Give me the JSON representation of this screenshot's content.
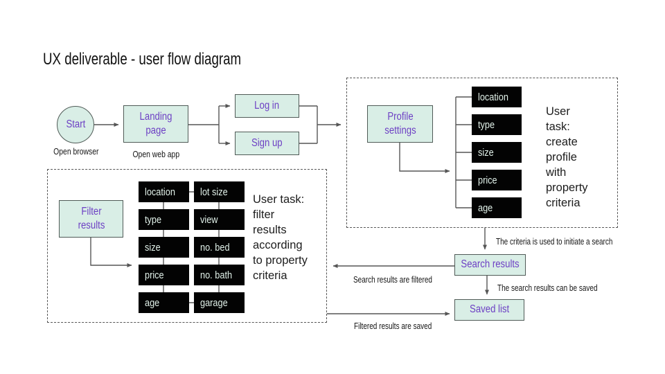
{
  "title": "UX deliverable - user flow diagram",
  "colors": {
    "mint_fill": "#d9eee6",
    "node_border": "#4f5a56",
    "purple_text": "#6d40c4",
    "chip_bg": "#030303",
    "chip_text": "#e1f1e9",
    "line": "#555555"
  },
  "flow": {
    "start": {
      "label": "Start",
      "caption": "Open browser"
    },
    "landing": {
      "label": "Landing page",
      "caption": "Open web app"
    },
    "login": {
      "label": "Log in"
    },
    "signup": {
      "label": "Sign up"
    }
  },
  "profile_section": {
    "node_label": "Profile settings",
    "criteria": [
      "location",
      "type",
      "size",
      "price",
      "age"
    ],
    "task_text": "User\ntask:\ncreate\nprofile\nwith\nproperty\ncriteria"
  },
  "filter_section": {
    "node_label": "Filter results",
    "criteria_left": [
      "location",
      "type",
      "size",
      "price",
      "age"
    ],
    "criteria_right": [
      "lot size",
      "view",
      "no. bed",
      "no. bath",
      "garage"
    ],
    "task_text": "User task:\nfilter\nresults\naccording\nto property\ncriteria"
  },
  "search_results": {
    "node_label": "Search results"
  },
  "saved_list": {
    "node_label": "Saved list"
  },
  "annotations": {
    "initiate_search": "The criteria is used to initiate a search",
    "results_filtered": "Search results are filtered",
    "can_be_saved": "The search results can be saved",
    "filtered_saved": "Filtered results are saved"
  }
}
